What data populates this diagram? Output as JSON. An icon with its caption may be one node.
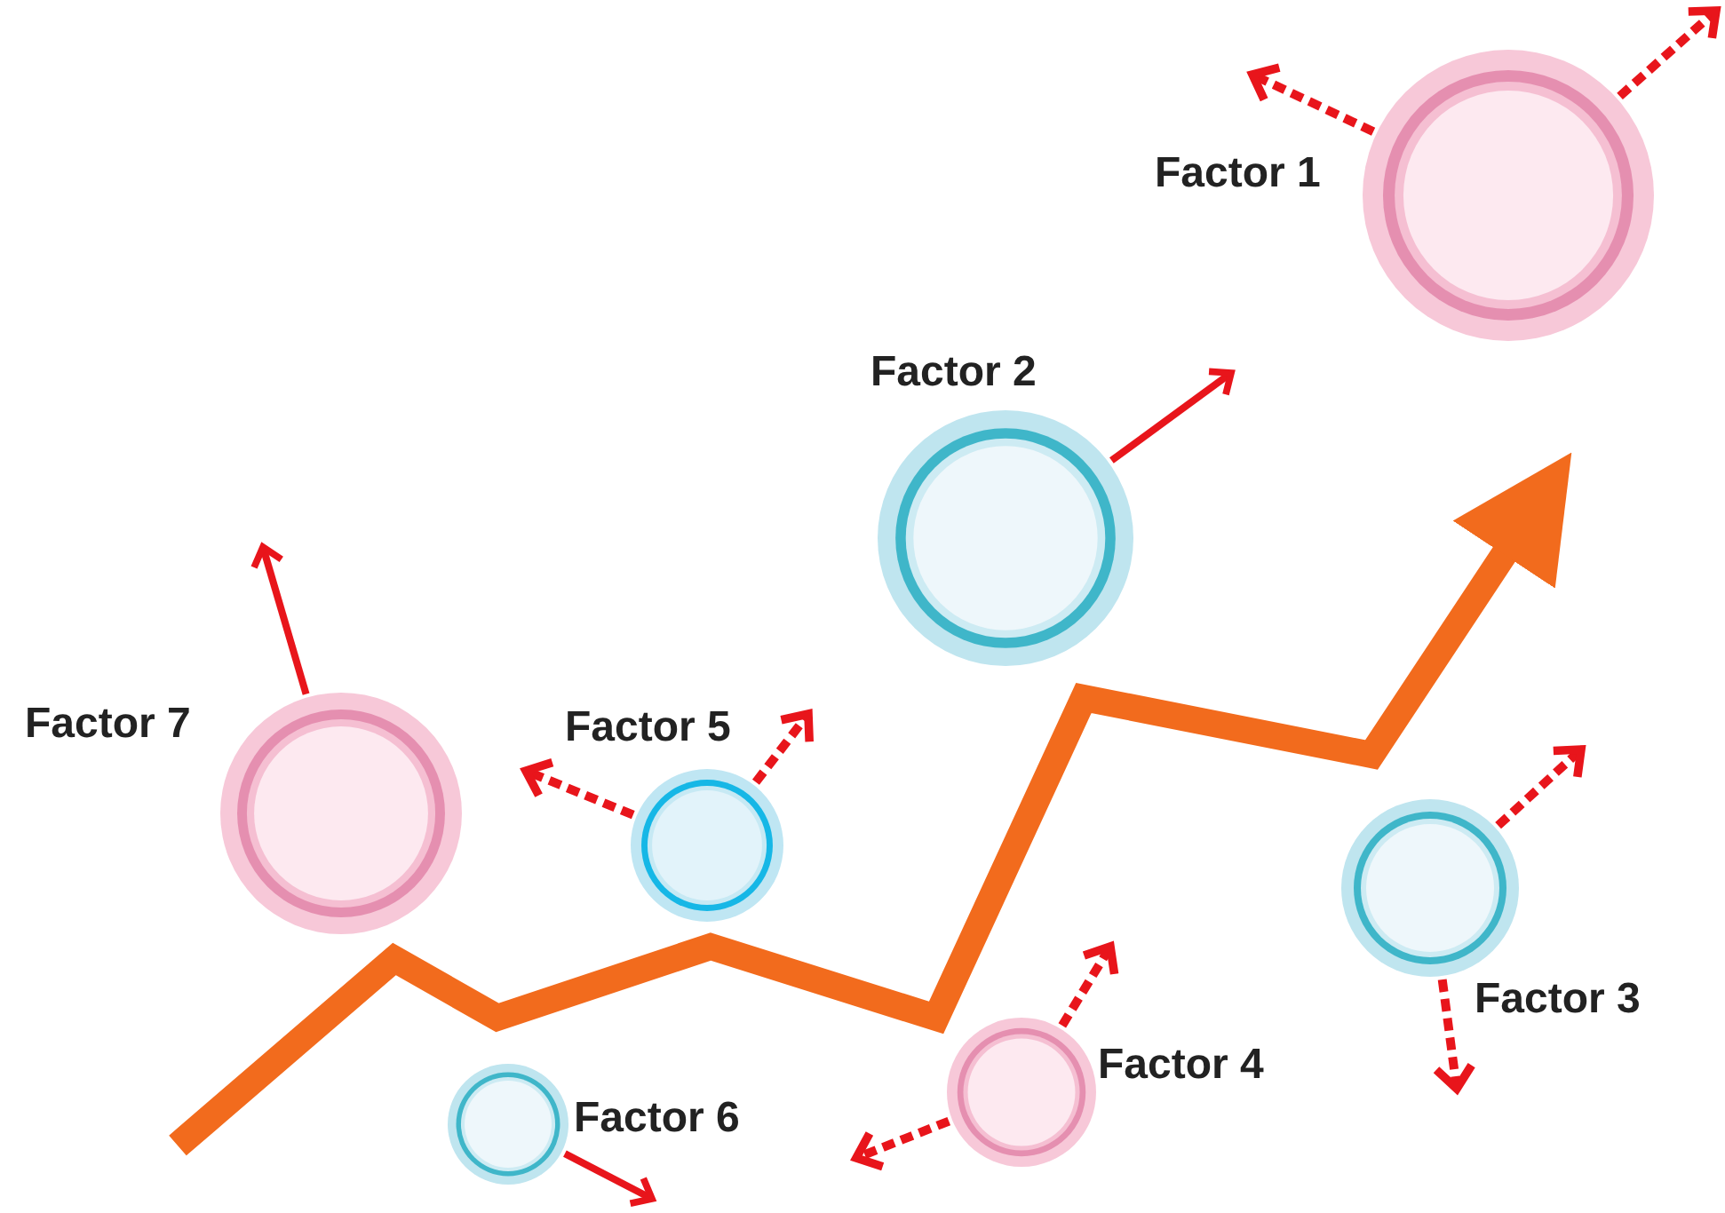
{
  "diagram": {
    "nodes": [
      {
        "text": [
          "Factor 1"
        ]
      },
      {
        "text": [
          "Factor 2"
        ]
      },
      {
        "text": [
          "Factor 3"
        ]
      },
      {
        "text": [
          "Factor 4"
        ]
      },
      {
        "text": [
          "Factor 5"
        ]
      },
      {
        "text": [
          "Factor 6"
        ]
      },
      {
        "text": [
          "Factor 7"
        ]
      }
    ],
    "edges": [
      {
        "from": 0,
        "to": null,
        "arrow": "to",
        "style": "dashed"
      },
      {
        "from": 0,
        "to": null,
        "arrow": "to",
        "style": "dashed"
      },
      {
        "from": 1,
        "to": null,
        "arrow": "to"
      },
      {
        "from": 2,
        "to": null,
        "arrow": "to",
        "style": "dashed"
      },
      {
        "from": 2,
        "to": null,
        "arrow": "to",
        "style": "dashed"
      },
      {
        "from": 3,
        "to": null,
        "arrow": "to",
        "style": "dashed"
      },
      {
        "from": 3,
        "to": null,
        "arrow": "to",
        "style": "dashed"
      },
      {
        "from": 4,
        "to": null,
        "arrow": "to",
        "style": "dashed"
      },
      {
        "from": 4,
        "to": null,
        "arrow": "to",
        "style": "dashed"
      },
      {
        "from": 5,
        "to": null,
        "arrow": "to"
      },
      {
        "from": 6,
        "to": null,
        "arrow": "to"
      }
    ]
  }
}
